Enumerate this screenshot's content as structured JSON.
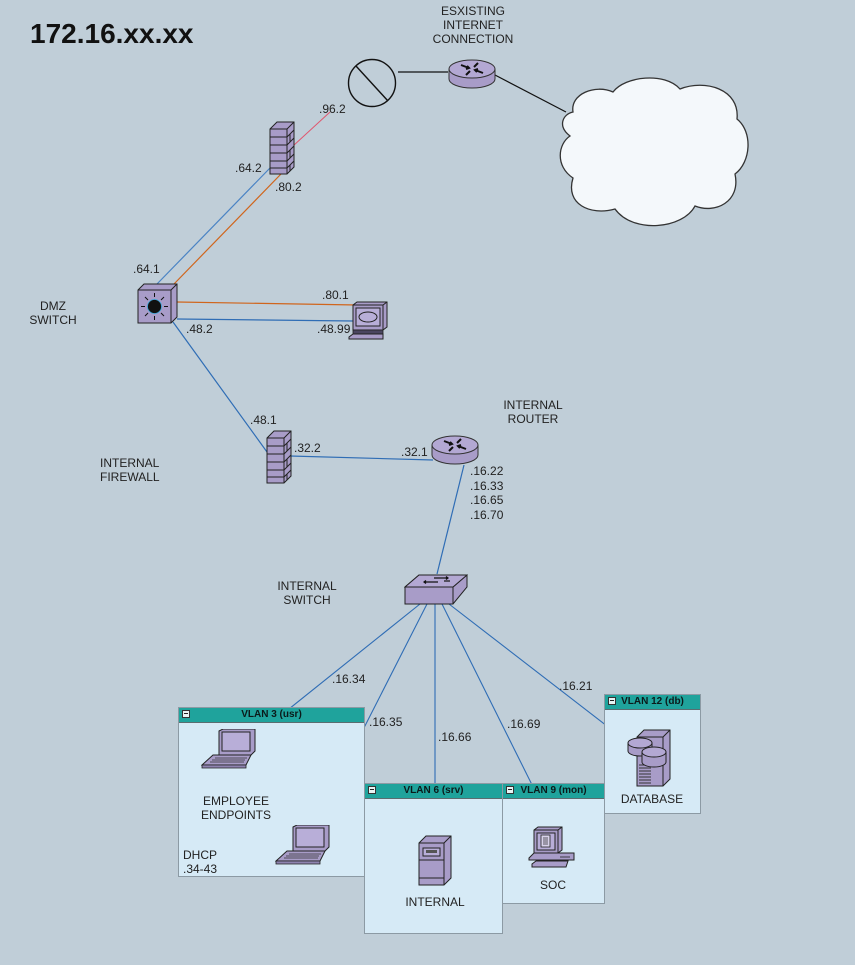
{
  "title": "172.16.xx.xx",
  "colors": {
    "background": "#c0ced8",
    "device_fill": "#a89cc8",
    "link_blue": "#2f6db5",
    "link_orange": "#d0651c",
    "link_red": "#e0566e",
    "link_black": "#111111",
    "vlan_header": "#1fa39c",
    "vlan_body": "#d6eaf6",
    "cloud_fill": "#f4f8fb"
  },
  "nodes": {
    "internet_router": {
      "label": "ESXISTING\nINTERNET\nCONNECTION",
      "icon": "router-icon"
    },
    "internet_cloud": {
      "label": "",
      "icon": "cloud-icon"
    },
    "blocked_marker": {
      "label": "",
      "icon": "no-entry-icon"
    },
    "dmz_firewall": {
      "label": "",
      "icon": "firewall-icon"
    },
    "dmz_switch": {
      "label": "DMZ\nSWITCH",
      "icon": "layer3-switch-icon"
    },
    "dmz_host": {
      "label": "",
      "icon": "workstation-icon"
    },
    "internal_firewall": {
      "label": "INTERNAL\nFIREWALL",
      "icon": "firewall-icon"
    },
    "internal_router": {
      "label": "INTERNAL\nROUTER",
      "icon": "router-icon"
    },
    "internal_switch": {
      "label": "INTERNAL\nSWITCH",
      "icon": "switch-icon"
    }
  },
  "ip_labels": {
    "fw_out": ".96.2",
    "fw_dmz_a": ".64.2",
    "fw_dmz_b": ".80.2",
    "sw_up": ".64.1",
    "sw_host_orange": ".80.1",
    "sw_down": ".48.2",
    "host_blue": ".48.99",
    "ifw_up": ".48.1",
    "ifw_right": ".32.2",
    "router_left": ".32.1",
    "router_down": ".16.22\n.16.33\n.16.65\n.16.70",
    "vlan3_a": ".16.34",
    "vlan3_b": ".16.35",
    "vlan6": ".16.66",
    "vlan9": ".16.69",
    "vlan12": ".16.21"
  },
  "vlans": [
    {
      "id": "vlan3",
      "header": "VLAN 3 (usr)",
      "label": "EMPLOYEE\nENDPOINTS",
      "note": "DHCP\n.34-43",
      "icon": "laptop-icon"
    },
    {
      "id": "vlan6",
      "header": "VLAN 6 (srv)",
      "label": "INTERNAL",
      "icon": "server-tower-icon"
    },
    {
      "id": "vlan9",
      "header": "VLAN 9 (mon)",
      "label": "SOC",
      "icon": "monitoring-workstation-icon"
    },
    {
      "id": "vlan12",
      "header": "VLAN 12 (db)",
      "label": "DATABASE",
      "icon": "database-server-icon"
    }
  ]
}
